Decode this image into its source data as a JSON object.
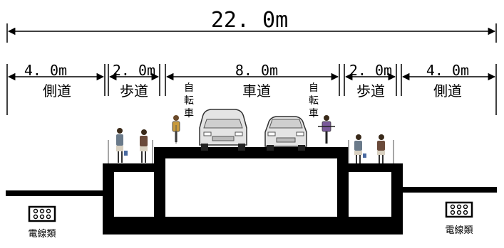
{
  "total": {
    "width_label": "22. 0m"
  },
  "segments": [
    {
      "width_label": "4. 0m",
      "name": "側道"
    },
    {
      "width_label": "2. 0m",
      "name": "歩道"
    },
    {
      "width_label": "8. 0m",
      "name": "車道"
    },
    {
      "width_label": "2. 0m",
      "name": "歩道"
    },
    {
      "width_label": "4. 0m",
      "name": "側道"
    }
  ],
  "bicycle_lanes": {
    "left": {
      "label_chars": [
        "自",
        "転",
        "車"
      ]
    },
    "right": {
      "label_chars": [
        "自",
        "転",
        "車"
      ]
    }
  },
  "utilities": {
    "left": {
      "label": "電線類",
      "icon": "cable-duct-icon"
    },
    "right": {
      "label": "電線類",
      "icon": "cable-duct-icon"
    }
  },
  "colors": {
    "line": "#000000",
    "structure": "#000000",
    "car_body": "#e8e8e8",
    "cyclist_left": "#c89a3c",
    "cyclist_right": "#7a5a9a",
    "pedestrian": "#6a7a8a"
  }
}
